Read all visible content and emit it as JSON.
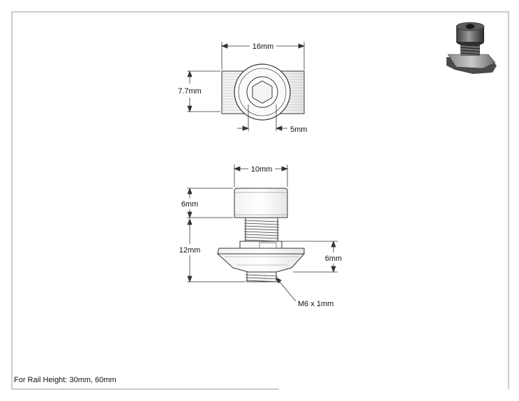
{
  "dimensions": {
    "top_width": "16mm",
    "top_height": "7.7mm",
    "hex_key": "5mm",
    "head_width": "10mm",
    "head_height": "6mm",
    "bolt_length": "12mm",
    "nut_height": "6mm",
    "thread": "M6 x 1mm"
  },
  "footer": {
    "note": "For Rail Height: 30mm, 60mm"
  }
}
